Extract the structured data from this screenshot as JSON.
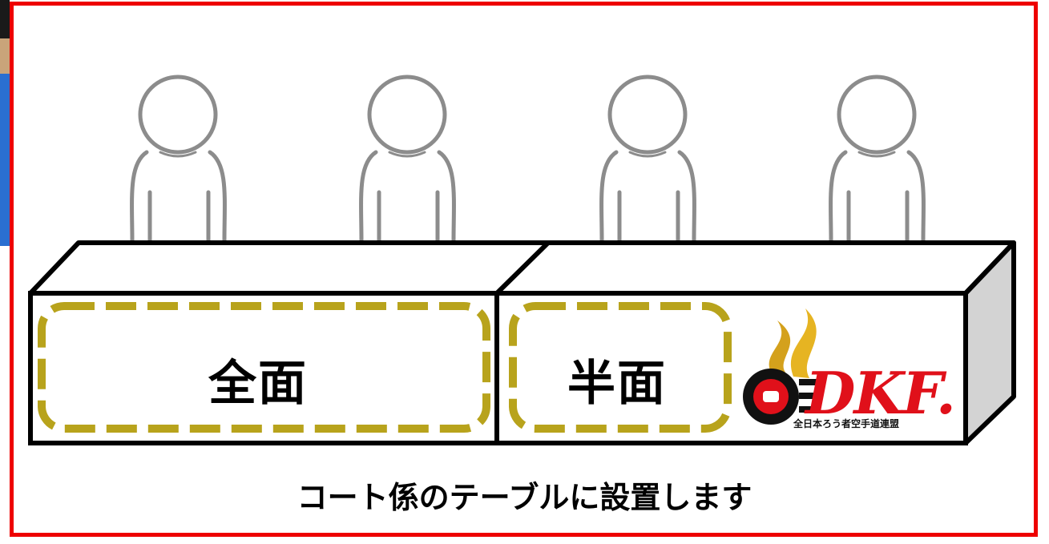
{
  "labels": {
    "full_surface": "全面",
    "half_surface": "半面"
  },
  "caption": "コート係のテーブルに設置します",
  "logo": {
    "name": "DKF.",
    "organization": "全日本ろう者空手道連盟",
    "icon": "karate-fist-flame-logo"
  },
  "colors": {
    "frame": "#ee0000",
    "dashed_outline": "#b8a31c",
    "logo_red": "#e0101a",
    "logo_gold": "#d4a11c",
    "table_side": "#d3d3d3",
    "person_stroke": "#8c8c8c"
  }
}
